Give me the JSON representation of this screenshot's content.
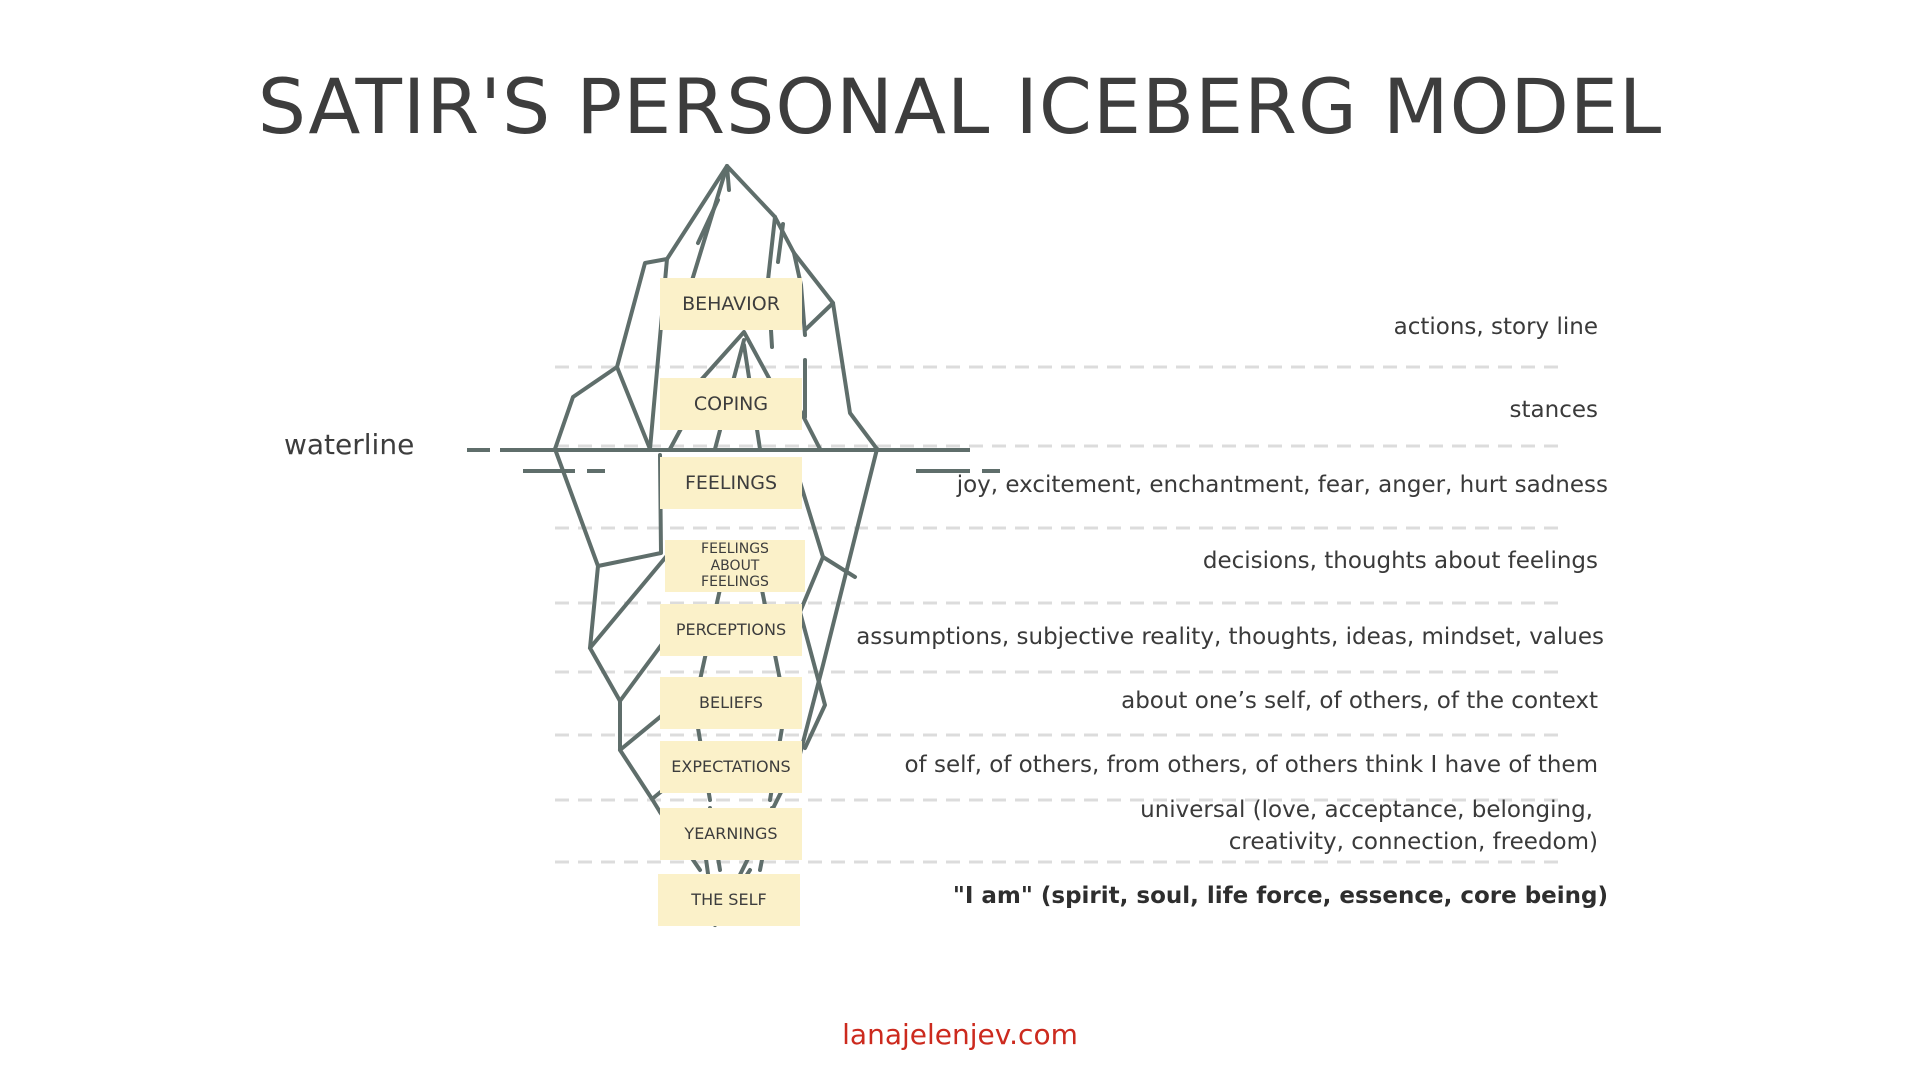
{
  "title": "SATIR'S PERSONAL ICEBERG MODEL",
  "waterline_label": "waterline",
  "layers": [
    {
      "name": "BEHAVIOR",
      "description": "actions, story line"
    },
    {
      "name": "COPING",
      "description": "stances"
    },
    {
      "name": "FEELINGS",
      "description": "joy, excitement, enchantment, fear, anger, hurt sadness"
    },
    {
      "name": "FEELINGS ABOUT FEELINGS",
      "description": "decisions, thoughts about feelings"
    },
    {
      "name": "PERCEPTIONS",
      "description": "assumptions, subjective reality, thoughts, ideas, mindset, values"
    },
    {
      "name": "BELIEFS",
      "description": "about one’s self, of others, of the context"
    },
    {
      "name": "EXPECTATIONS",
      "description": "of self, of others, from others, of others think I have of them"
    },
    {
      "name": "YEARNINGS",
      "description_line1": "universal (love, acceptance, belonging,",
      "description_line2": "creativity, connection, freedom)"
    },
    {
      "name": "THE SELF",
      "description": "\"I am\" (spirit, soul, life force, essence, core being)"
    }
  ],
  "footer": "lanajelenjev.com",
  "colors": {
    "outline": "#5f6e6b",
    "label_fill": "#fbf1c9",
    "divider": "#dcdcdc",
    "footer": "#cc2a1e"
  }
}
